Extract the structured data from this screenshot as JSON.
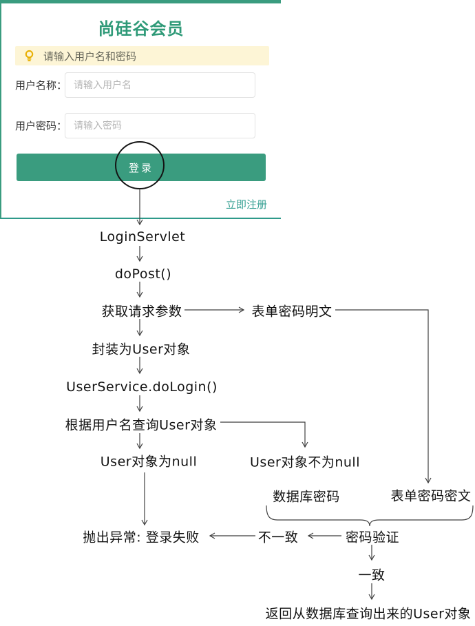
{
  "login_card": {
    "title": "尚硅谷会员",
    "alert": {
      "icon": "lightbulb-icon",
      "text": "请输入用户名和密码"
    },
    "fields": [
      {
        "label": "用户名称：",
        "placeholder": "请输入用户名"
      },
      {
        "label": "用户密码：",
        "placeholder": "请输入密码"
      }
    ],
    "login_button": "登录",
    "register_link": "立即注册"
  },
  "colors": {
    "brand_green": "#3a9c7f",
    "title_green": "#2f9a78",
    "teal_line": "#2e9a8a",
    "link_teal": "#36a093",
    "alert_bg": "#fdf5d6",
    "alert_icon_gold": "#e8b004",
    "arrow_gray": "#3f3f3f"
  },
  "flow": {
    "login_servlet": "LoginServlet",
    "do_post": "doPost()",
    "get_params": "获取请求参数",
    "form_pwd_plain": "表单密码明文",
    "wrap_user": "封装为User对象",
    "do_login": "UserService.doLogin()",
    "query_user": "根据用户名查询User对象",
    "user_null": "User对象为null",
    "user_not_null": "User对象不为null",
    "db_pwd": "数据库密码",
    "form_pwd_cipher": "表单密码密文",
    "throw_error": "抛出异常: 登录失败",
    "mismatch": "不一致",
    "pwd_verify": "密码验证",
    "match": "一致",
    "return_user": "返回从数据库查询出来的User对象"
  }
}
